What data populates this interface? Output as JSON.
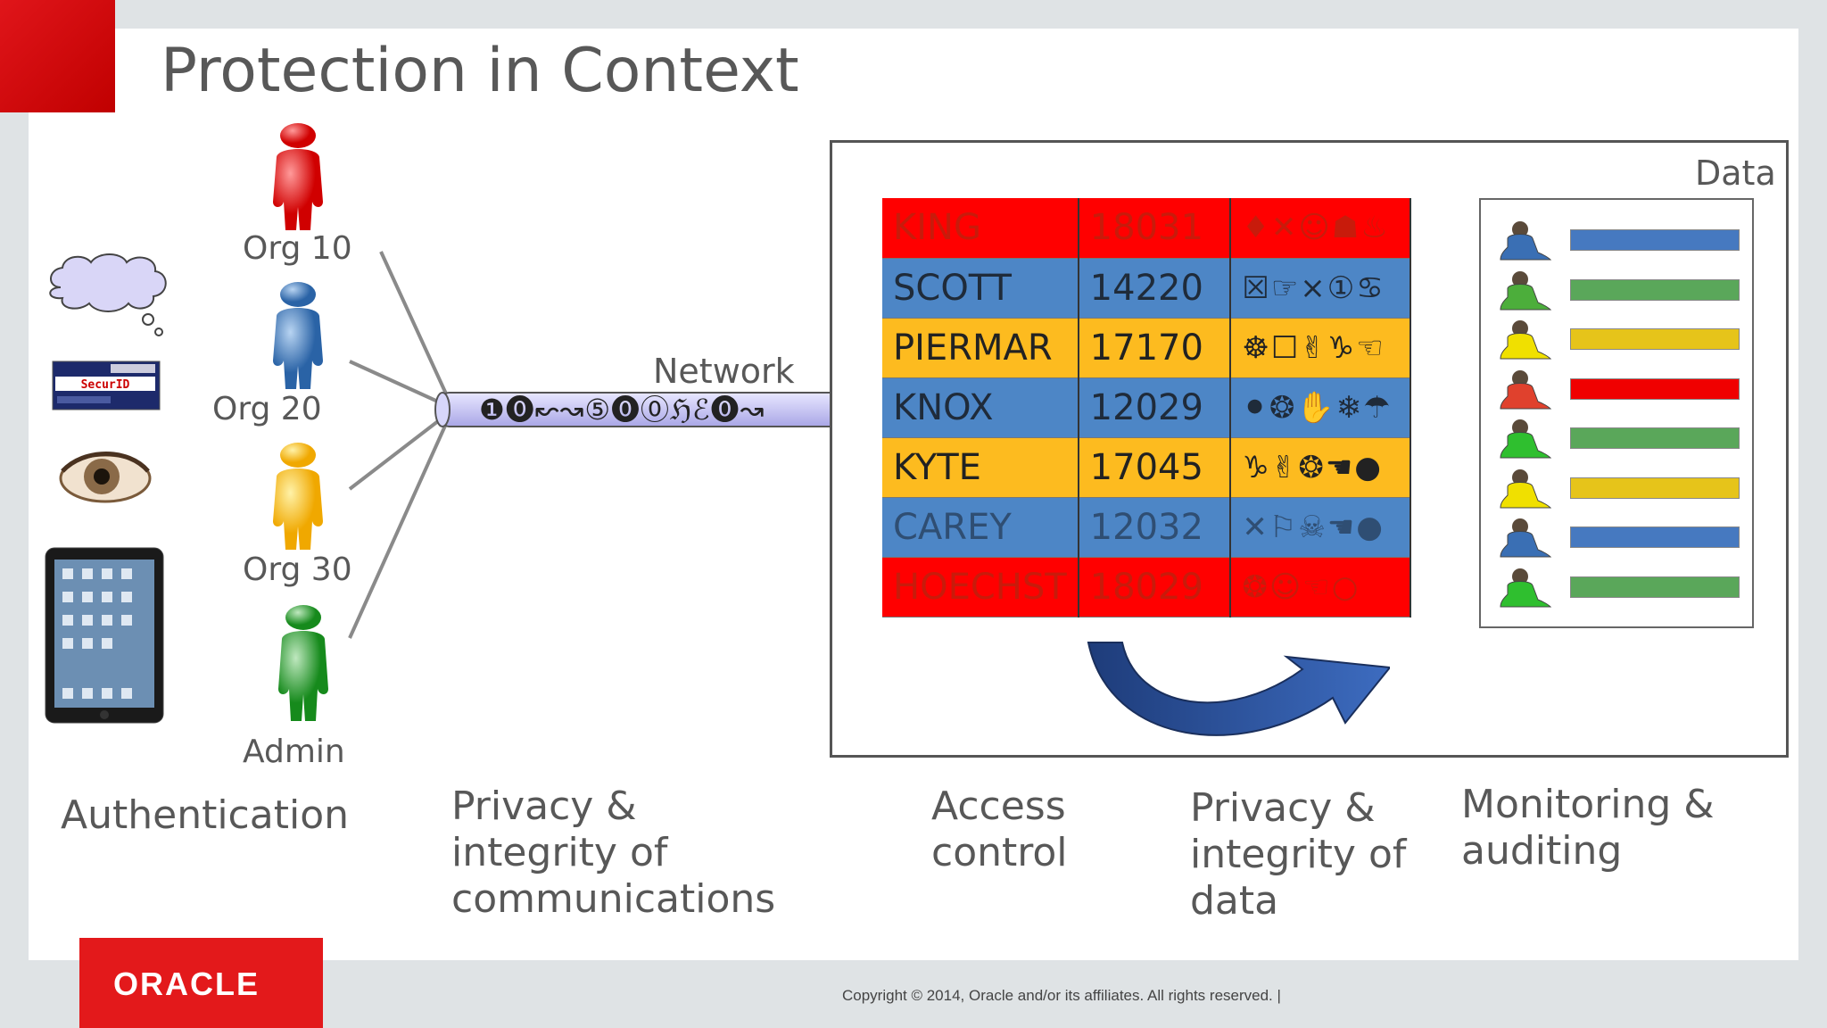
{
  "slide": {
    "title": "Protection in Context",
    "orgs": [
      "Org 10",
      "Org 20",
      "Org 30",
      "Admin"
    ],
    "network_label": "Network",
    "network_stream": "❶⓿↜↝⑤⓿⓪ℌℰ⓿↝",
    "sections": {
      "authentication": "Authentication",
      "privacy_comm": [
        "Privacy &",
        "integrity of",
        "communications"
      ],
      "access_control": [
        "Access",
        "control"
      ],
      "privacy_data": [
        "Privacy &",
        "integrity of",
        "data"
      ],
      "monitoring": [
        "Monitoring &",
        "auditing"
      ]
    },
    "data_label": "Data",
    "table_rows": [
      {
        "name": "KING",
        "num": "18031",
        "sym": "♦✕☺☗♨",
        "color": "red"
      },
      {
        "name": "SCOTT",
        "num": "14220",
        "sym": "☒☞×①♋",
        "color": "blue"
      },
      {
        "name": "PIERMAR",
        "num": "17170",
        "sym": "☸☐✌♑☜",
        "color": "yellow"
      },
      {
        "name": "KNOX",
        "num": "12029",
        "sym": "⚫❂✋❄☂",
        "color": "blue"
      },
      {
        "name": "KYTE",
        "num": "17045",
        "sym": "♑✌❂☚●",
        "color": "yellow"
      },
      {
        "name": "CAREY",
        "num": "12032",
        "sym": "✕⚐☠☚●",
        "color": "blue"
      },
      {
        "name": "HOECHST",
        "num": "18029",
        "sym": "❂☺☜○",
        "color": "red"
      }
    ],
    "audit_bars": [
      {
        "person_color": "#3a6fb4",
        "bar_color": "#4679c0"
      },
      {
        "person_color": "#4cae3b",
        "bar_color": "#5aa75a"
      },
      {
        "person_color": "#f0e000",
        "bar_color": "#e6c41a"
      },
      {
        "person_color": "#e0412d",
        "bar_color": "#f00000"
      },
      {
        "person_color": "#2fbf2f",
        "bar_color": "#5aa75a"
      },
      {
        "person_color": "#f0e000",
        "bar_color": "#e6c41a"
      },
      {
        "person_color": "#3a6fb4",
        "bar_color": "#4679c0"
      },
      {
        "person_color": "#2fbf2f",
        "bar_color": "#5aa75a"
      }
    ],
    "securid_text": "SecurID",
    "oracle_logo": "ORACLE",
    "copyright": "Copyright © 2014, Oracle and/or its affiliates. All rights reserved.  |"
  }
}
